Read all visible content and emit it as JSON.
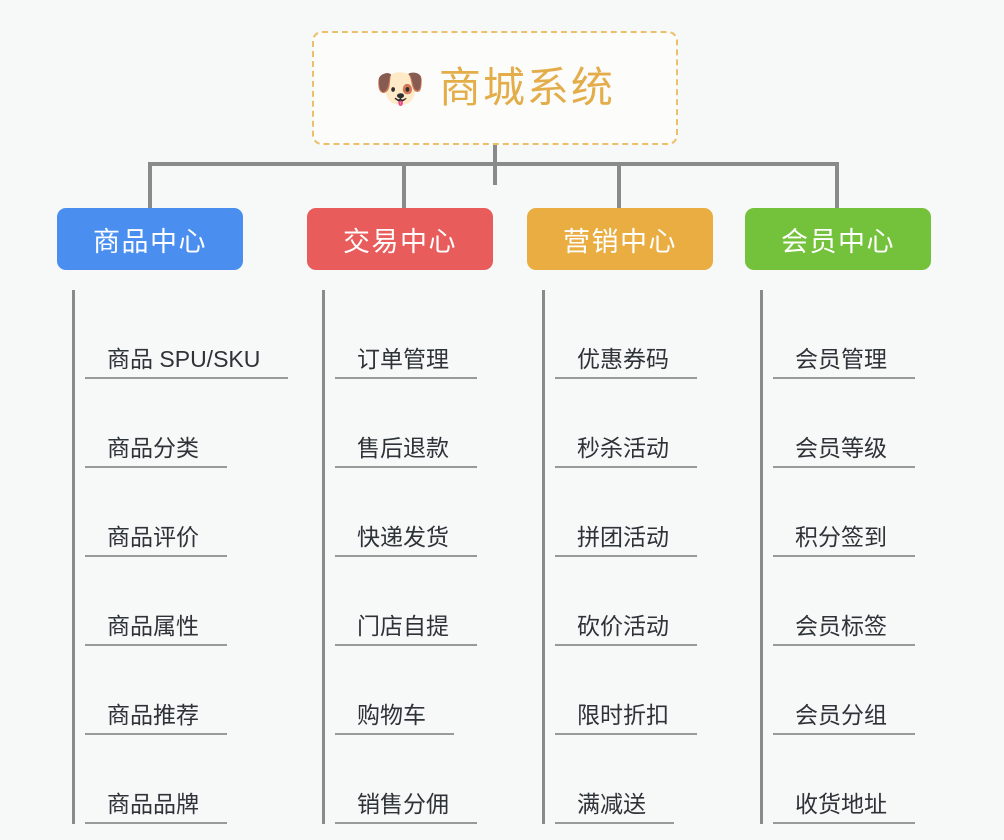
{
  "root": {
    "icon": "dog-face-emoji",
    "icon_glyph": "🐶",
    "title": "商城系统",
    "title_color": "#e3ad4a",
    "border_color": "#ecc06a"
  },
  "canvas": {
    "background": "#f7f8f8",
    "connector_color": "#8a8a8a"
  },
  "branches": [
    {
      "label": "商品中心",
      "color": "#4a8ef0",
      "items": [
        "商品 SPU/SKU",
        "商品分类",
        "商品评价",
        "商品属性",
        "商品推荐",
        "商品品牌"
      ]
    },
    {
      "label": "交易中心",
      "color": "#e85c5c",
      "items": [
        "订单管理",
        "售后退款",
        "快递发货",
        "门店自提",
        "购物车",
        "销售分佣"
      ]
    },
    {
      "label": "营销中心",
      "color": "#e9ad41",
      "items": [
        "优惠券码",
        "秒杀活动",
        "拼团活动",
        "砍价活动",
        "限时折扣",
        "满减送"
      ]
    },
    {
      "label": "会员中心",
      "color": "#74c23c",
      "items": [
        "会员管理",
        "会员等级",
        "积分签到",
        "会员标签",
        "会员分组",
        "收货地址"
      ]
    }
  ]
}
